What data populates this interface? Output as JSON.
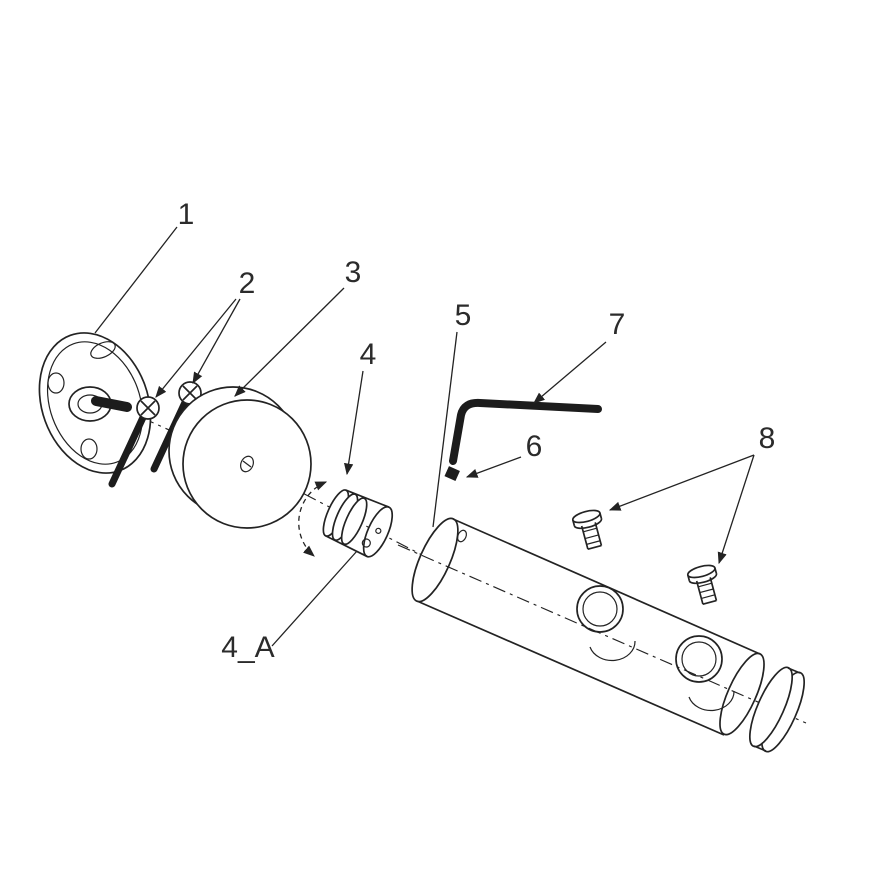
{
  "colors": {
    "bg": "#ffffff",
    "line": "#232323",
    "dark": "#1c1c1c",
    "text": "#2b2b2b"
  },
  "diagram": {
    "type": "exploded-assembly-drawing",
    "labels": [
      "1",
      "2",
      "3",
      "4",
      "5",
      "6",
      "7",
      "8",
      "4_A"
    ]
  }
}
